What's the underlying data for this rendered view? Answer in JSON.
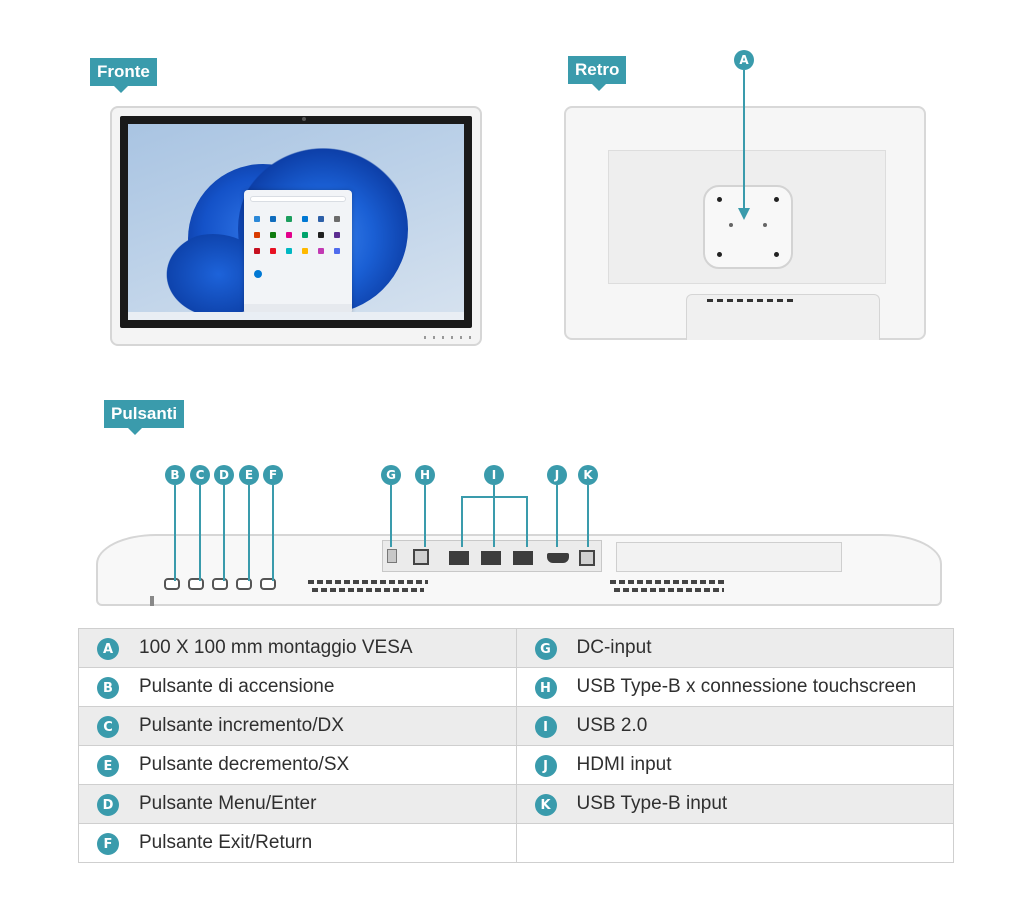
{
  "sections": {
    "front": "Fronte",
    "back": "Retro",
    "buttons": "Pulsanti"
  },
  "callouts": {
    "A": "A",
    "B": "B",
    "C": "C",
    "D": "D",
    "E": "E",
    "F": "F",
    "G": "G",
    "H": "H",
    "I": "I",
    "J": "J",
    "K": "K"
  },
  "legend": [
    {
      "left_key": "A",
      "left_text": "100 X 100 mm montaggio VESA",
      "right_key": "G",
      "right_text": "DC-input"
    },
    {
      "left_key": "B",
      "left_text": "Pulsante di accensione",
      "right_key": "H",
      "right_text": "USB Type-B x connessione touchscreen"
    },
    {
      "left_key": "C",
      "left_text": "Pulsante incremento/DX",
      "right_key": "I",
      "right_text": "USB 2.0"
    },
    {
      "left_key": "E",
      "left_text": "Pulsante decremento/SX",
      "right_key": "J",
      "right_text": "HDMI input"
    },
    {
      "left_key": "D",
      "left_text": "Pulsante Menu/Enter",
      "right_key": "K",
      "right_text": "USB Type-B input"
    },
    {
      "left_key": "F",
      "left_text": "Pulsante Exit/Return",
      "right_key": "",
      "right_text": ""
    }
  ],
  "colors": {
    "accent": "#3a9bac",
    "row_shade": "#ececec",
    "border": "#cfcfcf"
  }
}
